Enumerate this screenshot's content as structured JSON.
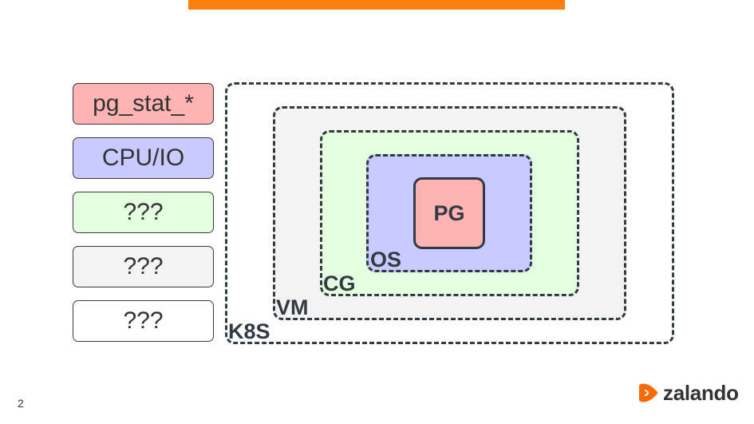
{
  "slide": {
    "page_number": "2",
    "accent_color": "#ff7f0e"
  },
  "legend": [
    {
      "label": "pg_stat_*",
      "color": "#ffb3b3"
    },
    {
      "label": "CPU/IO",
      "color": "#c9caff"
    },
    {
      "label": "???",
      "color": "#e3ffe0"
    },
    {
      "label": "???",
      "color": "#f3f3f3"
    },
    {
      "label": "???",
      "color": "#ffffff"
    }
  ],
  "layers": {
    "k8s": {
      "label": "K8S",
      "color": "#ffffff"
    },
    "vm": {
      "label": "VM",
      "color": "#f3f3f3"
    },
    "cg": {
      "label": "CG",
      "color": "#e3ffe0"
    },
    "os": {
      "label": "OS",
      "color": "#c9caff"
    },
    "pg": {
      "label": "PG",
      "color": "#ffb3b3"
    }
  },
  "logo": {
    "text": "zalando",
    "icon": "zalando-logo-icon",
    "color": "#ff6900"
  }
}
